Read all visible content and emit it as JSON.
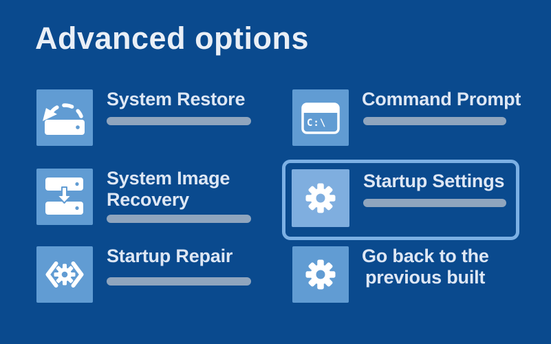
{
  "page": {
    "title": "Advanced options"
  },
  "colors": {
    "background": "#0a4a8e",
    "tile_square": "#619cd3",
    "tile_square_highlighted": "#7faedf",
    "highlight_border": "#7cb0e4",
    "underline_bar": "#8fa5be",
    "title_text": "#eaeff6",
    "label_text": "#dee7f4",
    "icon": "#ffffff"
  },
  "tiles": [
    {
      "id": "system-restore",
      "icon": "drive-restore-icon",
      "label_lines": [
        "System Restore"
      ],
      "has_bar": true,
      "highlighted": false
    },
    {
      "id": "command-prompt",
      "icon": "terminal-icon",
      "icon_text": "C:\\",
      "label_lines": [
        "Command Prompt"
      ],
      "has_bar": true,
      "highlighted": false
    },
    {
      "id": "system-image-recovery",
      "icon": "drives-download-icon",
      "label_lines": [
        "System Image",
        "Recovery"
      ],
      "has_bar": true,
      "highlighted": false
    },
    {
      "id": "startup-settings",
      "icon": "gear-icon",
      "label_lines": [
        "Startup Settings"
      ],
      "has_bar": true,
      "highlighted": true
    },
    {
      "id": "startup-repair",
      "icon": "code-gear-icon",
      "label_lines": [
        "Startup Repair"
      ],
      "has_bar": true,
      "highlighted": false
    },
    {
      "id": "go-back",
      "icon": "gear-icon",
      "label_lines": [
        "Go back to the",
        "previous built"
      ],
      "has_bar": false,
      "highlighted": false
    }
  ]
}
